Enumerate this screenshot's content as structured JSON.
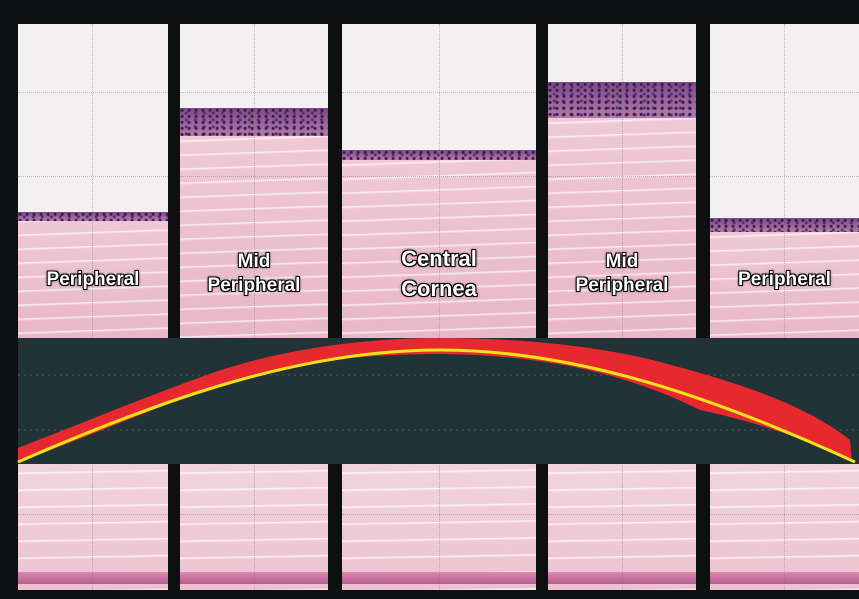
{
  "figure": {
    "labels": [
      {
        "lines": [
          "Peripheral"
        ]
      },
      {
        "lines": [
          "Mid",
          "Peripheral"
        ]
      },
      {
        "lines": [
          "Central",
          "Cornea"
        ]
      },
      {
        "lines": [
          "Mid",
          "Peripheral"
        ]
      },
      {
        "lines": [
          "Peripheral"
        ]
      }
    ],
    "colors": {
      "background": "#0d0f10",
      "band": "#213337",
      "stroma": "#efc9d6",
      "epithelium": "#7a4a86",
      "red_shape": "#e8282f",
      "yellow_curve": "#f2e21c"
    }
  }
}
